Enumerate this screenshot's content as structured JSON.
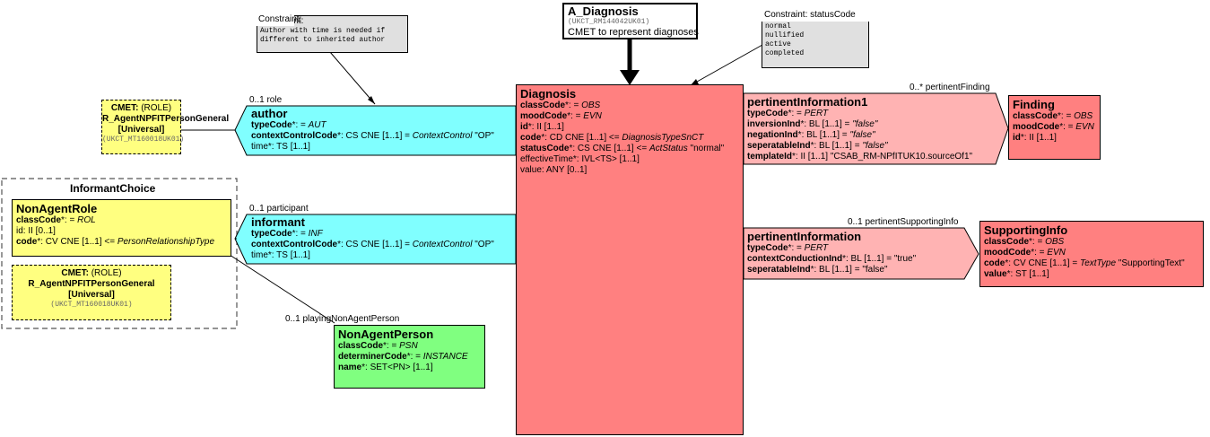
{
  "colors": {
    "act": "#ff8080",
    "relation": "#ffb3b3",
    "participation": "#80ffff",
    "role": "#ffff80",
    "entity": "#80ff80",
    "note": "#e0e0e0"
  },
  "header": {
    "title": "A_Diagnosis",
    "code": "(UKCT_RM144042UK01)",
    "desc": "CMET to represent diagnoses"
  },
  "constraint_author": {
    "title": "Constraint:",
    "lines": [
      "Author with time is needed if",
      "different to inherited author"
    ]
  },
  "constraint_status": {
    "title": "Constraint: statusCode",
    "lines": [
      "normal",
      "nullified",
      "active",
      "completed"
    ]
  },
  "cmet_author": {
    "l1_b": "CMET:",
    "l1": " (ROLE)",
    "l2": "R_AgentNPFITPersonGeneral",
    "l3": "[Universal]",
    "code": "(UKCT_MT160018UK01)"
  },
  "cmet_informant": {
    "l1_b": "CMET:",
    "l1": " (ROLE)",
    "l2": "R_AgentNPFITPersonGeneral",
    "l3": "[Universal]",
    "code": "(UKCT_MT160018UK01)"
  },
  "author": {
    "label": "0..1 role",
    "title": "author",
    "a1": "typeCode",
    "a1s": "*: = ",
    "a1v": "AUT",
    "a2": "contextControlCode",
    "a2s": "*: CS CNE [1..1] = ",
    "a2v": "ContextControl",
    "a2e": " \"OP\"",
    "a3": "time*: TS [1..1]"
  },
  "informant": {
    "label": "0..1 participant",
    "title": "informant",
    "a1": "typeCode",
    "a1s": "*: = ",
    "a1v": "INF",
    "a2": "contextControlCode",
    "a2s": "*: CS CNE [1..1] = ",
    "a2v": "ContextControl",
    "a2e": " \"OP\"",
    "a3": "time*: TS [1..1]"
  },
  "choice": {
    "title": "InformantChoice"
  },
  "nonAgentRole": {
    "title": "NonAgentRole",
    "a1": "classCode",
    "a1s": "*: = ",
    "a1v": "ROL",
    "a2": "id: II [0..1]",
    "a3": "code",
    "a3s": "*: CV CNE [1..1] <= ",
    "a3v": "PersonRelationshipType"
  },
  "nonAgentPerson": {
    "label": "0..1 playingNonAgentPerson",
    "title": "NonAgentPerson",
    "a1": "classCode",
    "a1s": "*: = ",
    "a1v": "PSN",
    "a2": "determinerCode",
    "a2s": "*: = ",
    "a2v": "INSTANCE",
    "a3": "name",
    "a3s": "*: SET<PN> [1..1]"
  },
  "diagnosis": {
    "title": "Diagnosis",
    "a1": "classCode",
    "a1s": "*: = ",
    "a1v": "OBS",
    "a2": "moodCode",
    "a2s": "*: = ",
    "a2v": "EVN",
    "a3": "id",
    "a3s": "*: II [1..1]",
    "a4": "code",
    "a4s": "*: CD CNE [1..1] <= ",
    "a4v": "DiagnosisTypeSnCT",
    "a5": "statusCode",
    "a5s": "*: CS CNE [1..1] <= ",
    "a5v": "ActStatus",
    "a5e": " \"normal\"",
    "a6": "effectiveTime*: IVL<TS> [1..1]",
    "a7": "value: ANY [0..1]"
  },
  "pi1": {
    "label": "0..* pertinentFinding",
    "title": "pertinentInformation1",
    "a1": "typeCode",
    "a1s": "*: = ",
    "a1v": "PERT",
    "a2": "inversionInd",
    "a2s": "*: BL [1..1] = ",
    "a2v": "\"false\"",
    "a3": "negationInd",
    "a3s": "*: BL [1..1] = ",
    "a3v": "\"false\"",
    "a4": "seperatableInd",
    "a4s": "*: BL [1..1] = ",
    "a4v": "\"false\"",
    "a5": "templateId",
    "a5s": "*: II [1..1] \"CSAB_RM-NPfITUK10.sourceOf1\""
  },
  "finding": {
    "title": "Finding",
    "a1": "classCode",
    "a1s": "*: = ",
    "a1v": "OBS",
    "a2": "moodCode",
    "a2s": "*: = ",
    "a2v": "EVN",
    "a3": "id",
    "a3s": "*: II [1..1]"
  },
  "pi": {
    "label": "0..1 pertinentSupportingInfo",
    "title": "pertinentInformation",
    "a1": "typeCode",
    "a1s": "*: = ",
    "a1v": "PERT",
    "a2": "contextConductionInd",
    "a2s": "*: BL [1..1] = \"true\"",
    "a3": "seperatableInd",
    "a3s": "*: BL [1..1] = \"false\""
  },
  "supporting": {
    "title": "SupportingInfo",
    "a1": "classCode",
    "a1s": "*: = ",
    "a1v": "OBS",
    "a2": "moodCode",
    "a2s": "*: = ",
    "a2v": "EVN",
    "a3": "code",
    "a3s": "*: CV CNE [1..1] = ",
    "a3v": "TextType",
    "a3e": " \"SupportingText\"",
    "a4": "value",
    "a4s": "*: ST [1..1]"
  }
}
